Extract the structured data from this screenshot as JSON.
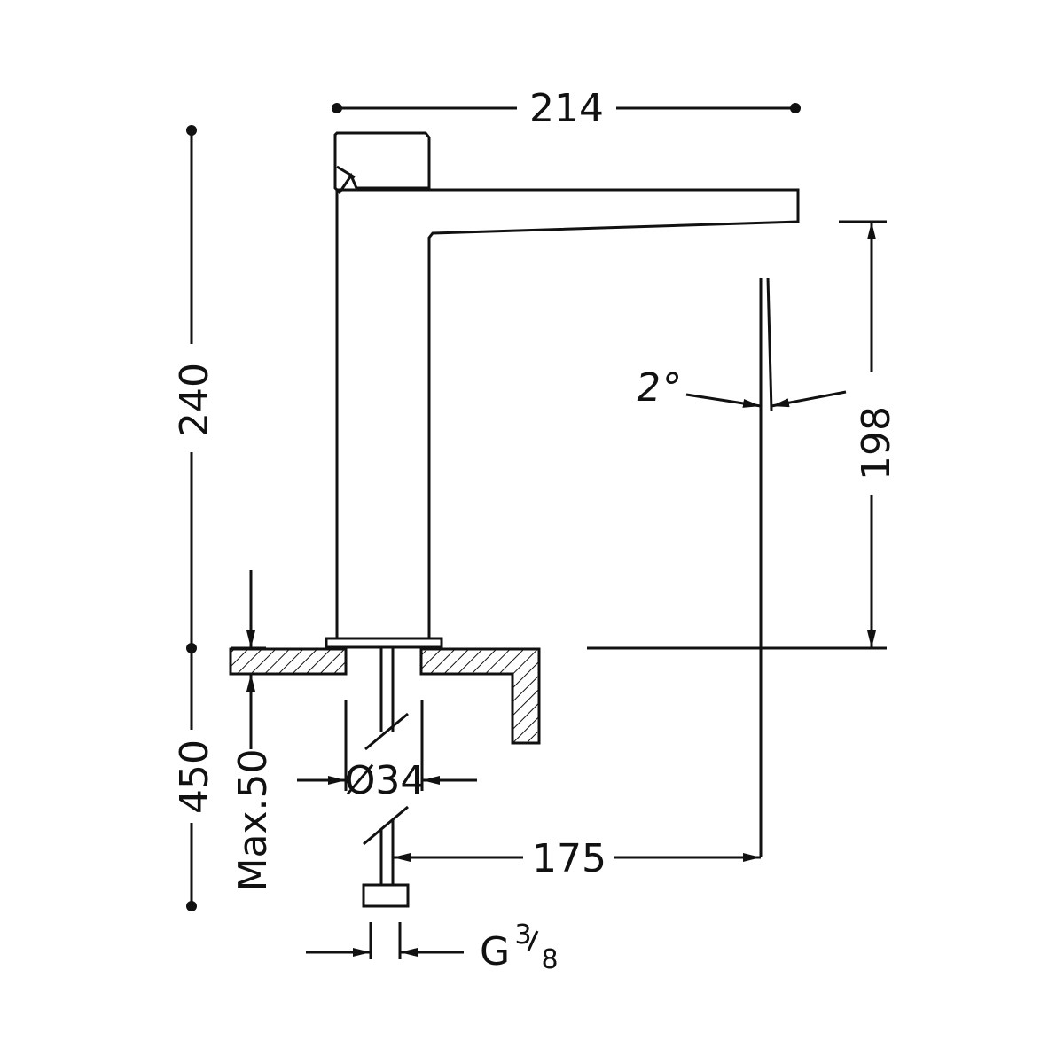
{
  "drawing": {
    "dimensions": {
      "width_total": "214",
      "height_total": "240",
      "spout_height": "198",
      "spout_reach": "175",
      "spout_angle": "2°",
      "hose_length": "450",
      "max_counter_thickness": "Max.50",
      "hole_diameter": "Ø34",
      "connection_prefix": "G",
      "connection_num": "3",
      "connection_den": "8"
    },
    "colors": {
      "line": "#111111",
      "background": "#ffffff"
    }
  }
}
